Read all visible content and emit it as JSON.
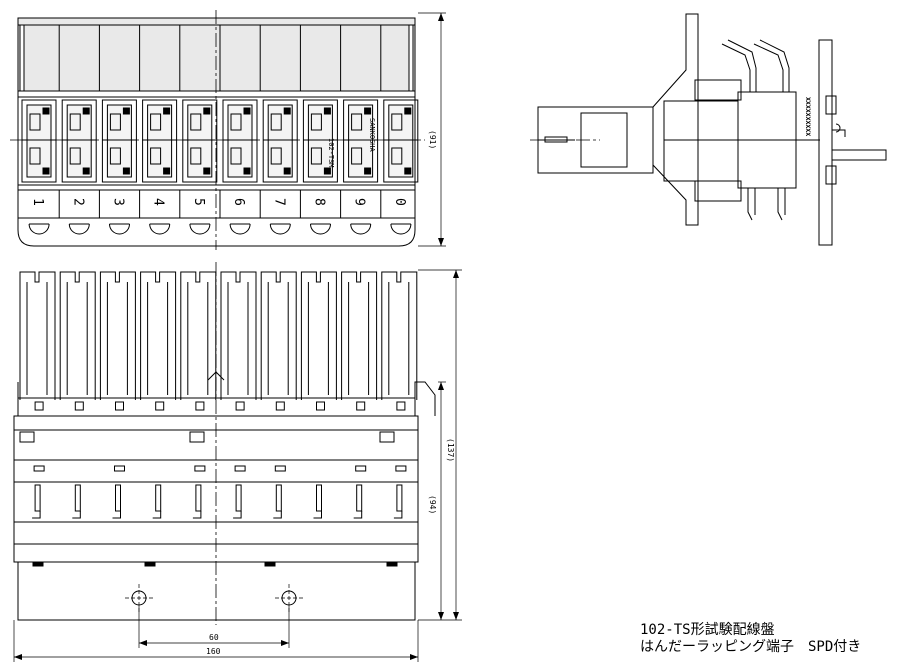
{
  "title": {
    "line1": "102-TS形試験配線盤",
    "line2": "はんだーラッピング端子　SPD付き"
  },
  "front_view": {
    "terminal_numbers": [
      "1",
      "2",
      "3",
      "4",
      "5",
      "6",
      "7",
      "8",
      "9",
      "0"
    ],
    "labels": {
      "maker": "SANKOSHA",
      "model": "102-TSM"
    },
    "dim_height": "(91)"
  },
  "bottom_view": {
    "dim_overall_height": "(137)",
    "dim_body_height": "(94)",
    "dim_hole_pitch": "60",
    "dim_width": "160"
  },
  "side_view": {
    "marking": "XXXXXXXXXX"
  }
}
